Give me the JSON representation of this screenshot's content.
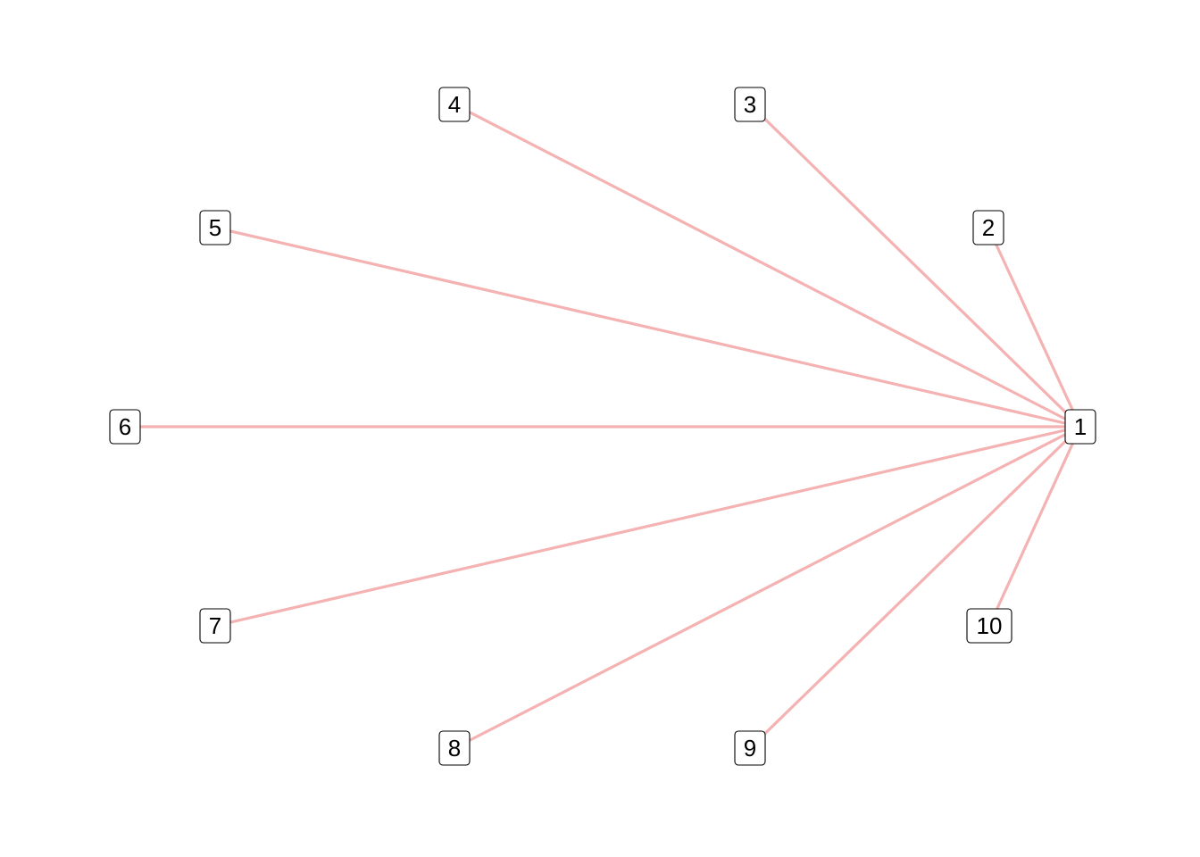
{
  "graph": {
    "type": "star",
    "center_node": "1",
    "edge_color": "#f4b2b2",
    "node_fill": "#ffffff",
    "node_border": "#000000",
    "nodes": [
      {
        "id": "1",
        "label": "1"
      },
      {
        "id": "2",
        "label": "2"
      },
      {
        "id": "3",
        "label": "3"
      },
      {
        "id": "4",
        "label": "4"
      },
      {
        "id": "5",
        "label": "5"
      },
      {
        "id": "6",
        "label": "6"
      },
      {
        "id": "7",
        "label": "7"
      },
      {
        "id": "8",
        "label": "8"
      },
      {
        "id": "9",
        "label": "9"
      },
      {
        "id": "10",
        "label": "10"
      }
    ],
    "edges": [
      {
        "from": "1",
        "to": "2"
      },
      {
        "from": "1",
        "to": "3"
      },
      {
        "from": "1",
        "to": "4"
      },
      {
        "from": "1",
        "to": "5"
      },
      {
        "from": "1",
        "to": "6"
      },
      {
        "from": "1",
        "to": "7"
      },
      {
        "from": "1",
        "to": "8"
      },
      {
        "from": "1",
        "to": "9"
      },
      {
        "from": "1",
        "to": "10"
      }
    ]
  }
}
